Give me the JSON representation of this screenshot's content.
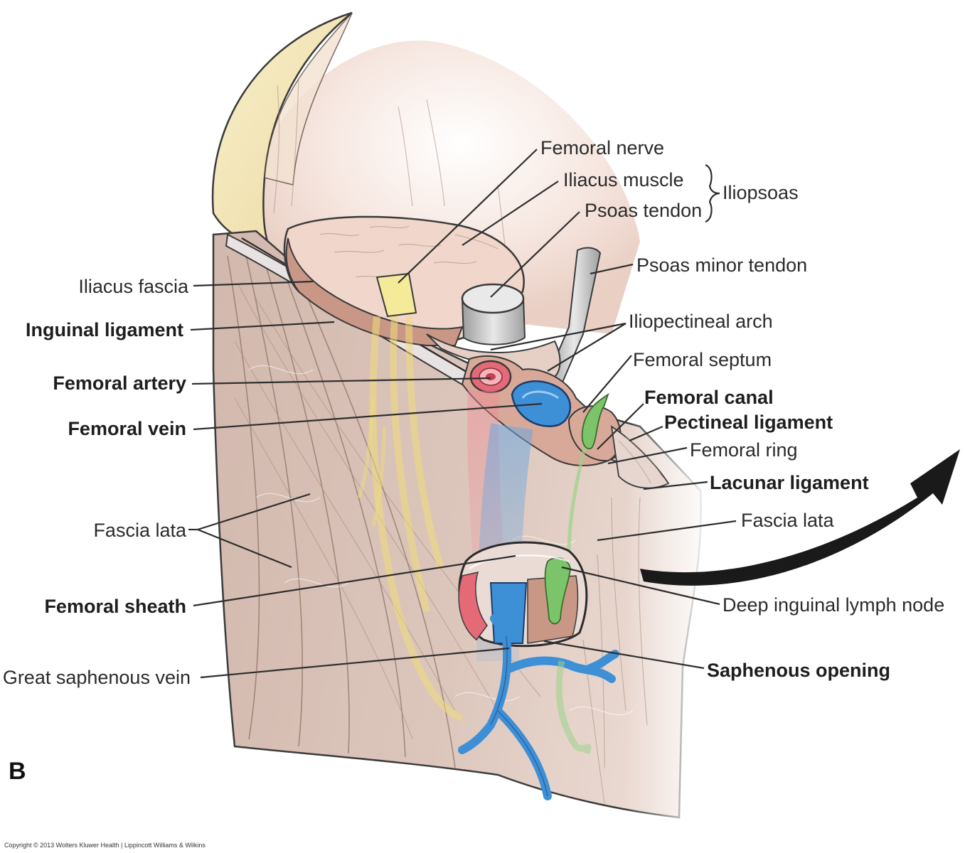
{
  "labels": {
    "femoral_nerve": "Femoral nerve",
    "iliacus_muscle": "Iliacus muscle",
    "psoas_tendon": "Psoas tendon",
    "iliopsoas": "Iliopsoas",
    "psoas_minor_tendon": "Psoas minor tendon",
    "iliacus_fascia": "Iliacus fascia",
    "inguinal_ligament": "Inguinal ligament",
    "iliopectineal_arch": "Iliopectineal arch",
    "femoral_septum": "Femoral septum",
    "femoral_artery": "Femoral artery",
    "femoral_canal": "Femoral canal",
    "pectineal_ligament": "Pectineal ligament",
    "femoral_vein": "Femoral vein",
    "femoral_ring": "Femoral ring",
    "lacunar_ligament": "Lacunar ligament",
    "fascia_lata_left": "Fascia lata",
    "fascia_lata_right": "Fascia lata",
    "femoral_sheath": "Femoral sheath",
    "deep_inguinal_lymph_node": "Deep inguinal lymph node",
    "great_saphenous_vein": "Great saphenous vein",
    "saphenous_opening": "Saphenous opening"
  },
  "panel_letter": "B",
  "copyright": "Copyright © 2013 Wolters Kluwer Health | Lippincott Williams & Wilkins",
  "colors": {
    "fascia": "#d8c0b6",
    "muscle": "#c99786",
    "artery": "#e46a78",
    "vein": "#3d8fd6",
    "nerve": "#f3e48a",
    "lymph": "#7cc46a",
    "bone": "#f4e6b5",
    "tendon": "#d9d9d9"
  }
}
